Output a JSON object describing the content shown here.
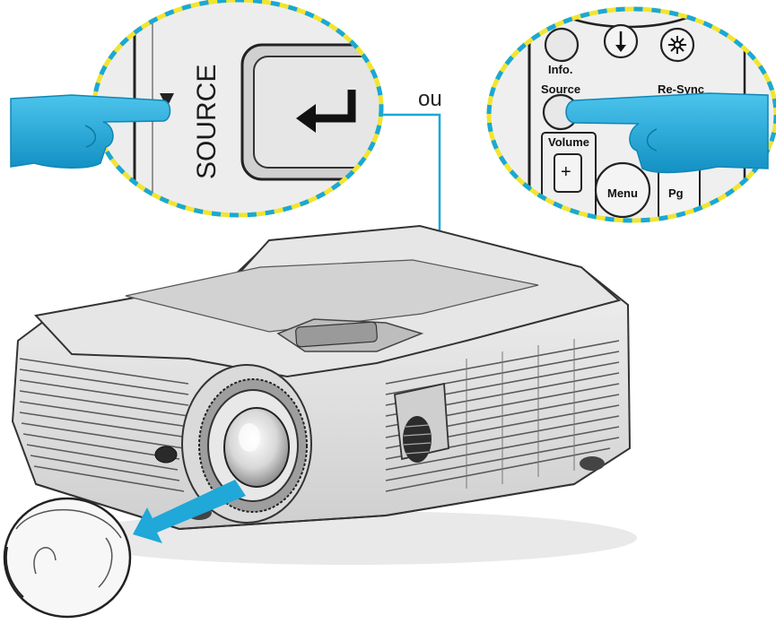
{
  "connector_word": "ou",
  "projector_button": {
    "label": "SOURCE"
  },
  "remote": {
    "buttons": {
      "info": "Info.",
      "source": "Source",
      "resync": "Re-Sync",
      "volume": "Volume",
      "volume_plus": "+",
      "menu": "Menu",
      "pg": "Pg"
    }
  },
  "colors": {
    "callout_border": "#f2e431",
    "callout_dash": "#1aa8d6",
    "hand": "#1fa8d8",
    "arrow": "#1fa8d8",
    "leader_line": "#1aa8d6"
  },
  "icons": {
    "enter": "enter-arrow-icon",
    "down": "down-arrow-icon",
    "laser": "laser-icon"
  }
}
